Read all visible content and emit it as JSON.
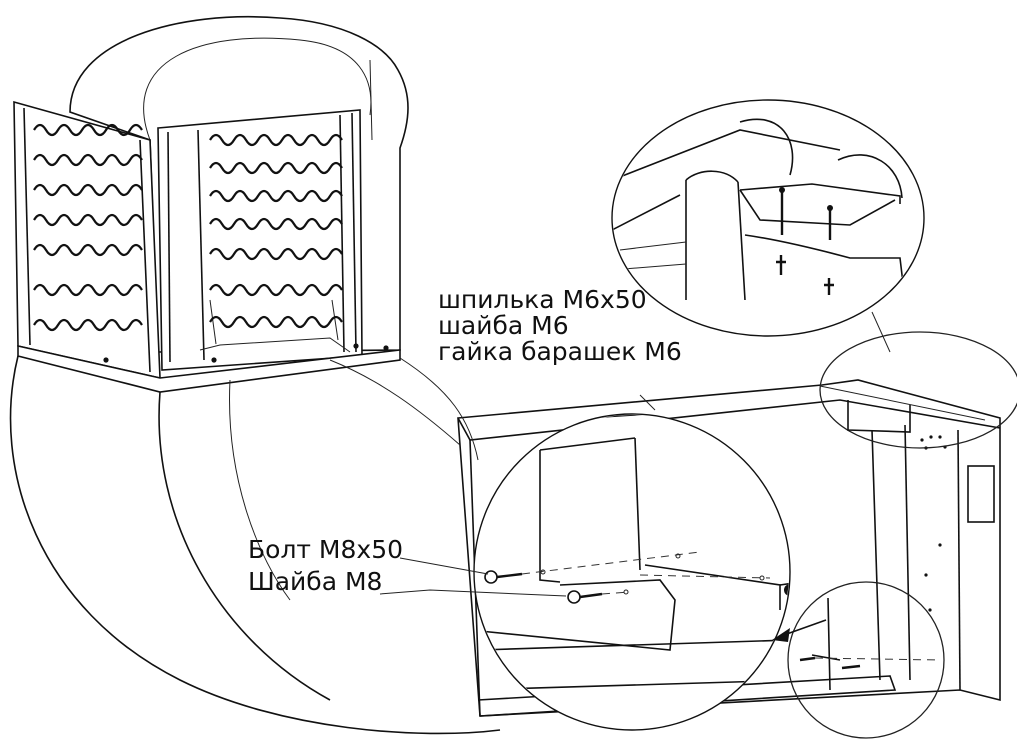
{
  "labels": {
    "stud": "шпилька М6х50",
    "washer_m6": "шайба М6",
    "wing_nut": "гайка барашек М6",
    "bolt": "Болт М8х50",
    "washer_m8": "Шайба М8"
  },
  "colors": {
    "line": "#111111",
    "background": "#ffffff"
  }
}
